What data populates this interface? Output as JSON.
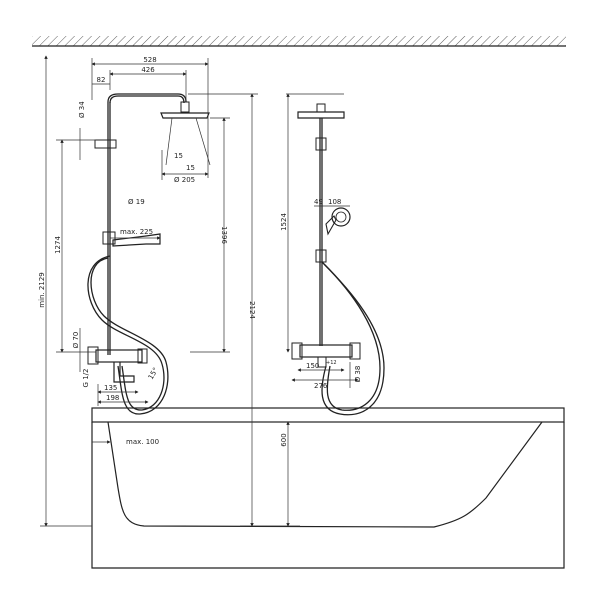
{
  "dimensions": {
    "d528": "528",
    "d426": "426",
    "d82": "82",
    "d34": "Ø 34",
    "d15a": "15",
    "d15b": "15",
    "d205": "Ø 205",
    "d19": "Ø 19",
    "d1274": "1274",
    "dmax225": "max. 225",
    "d1396": "1396",
    "d2124": "2124",
    "dmin2129": "min. 2129",
    "d70": "Ø 70",
    "dg12": "G 1/2",
    "d135": "135",
    "d198": "198",
    "d15deg": "15°",
    "dmax100": "max. 100",
    "d600": "600",
    "d1524": "1524",
    "d49": "49",
    "d108": "108",
    "d150": "150",
    "d150sup": "+12",
    "d276": "276",
    "d38": "Ø 38"
  }
}
